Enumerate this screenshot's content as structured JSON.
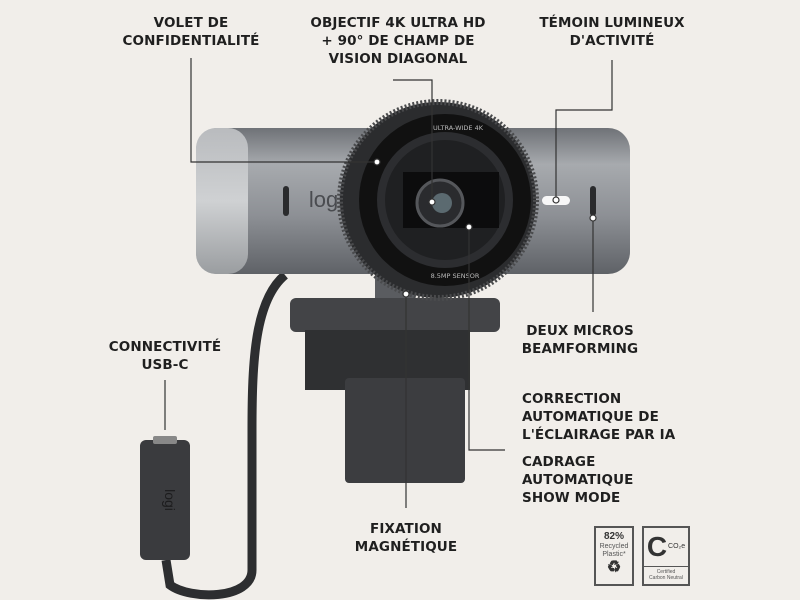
{
  "labels": {
    "privacy_shutter": "VOLET DE\nCONFIDENTIALITÉ",
    "lens": "OBJECTIF 4K ULTRA HD\n+ 90° DE CHAMP DE\nVISION DIAGONAL",
    "activity_light": "TÉMOIN LUMINEUX\nD'ACTIVITÉ",
    "microphones": "DEUX MICROS\nBEAMFORMING",
    "usb": "CONNECTIVITÉ\nUSB-C",
    "lighting": "CORRECTION\nAUTOMATIQUE DE\nL'ÉCLAIRAGE PAR IA",
    "framing": "CADRAGE\nAUTOMATIQUE\nSHOW MODE",
    "mount": "FIXATION\nMAGNÉTIQUE"
  },
  "product": {
    "brand_logo": "logi",
    "lens_top_text": "ULTRA-WIDE 4K",
    "lens_bottom_text": "8.5MP SENSOR",
    "connector_logo": "logi"
  },
  "badges": {
    "recycled": {
      "percent": "82%",
      "text": "Recycled\nPlastic*",
      "icon": "recycle-icon"
    },
    "carbon": {
      "symbol": "C",
      "sub": "CO₂e",
      "text": "Certified\nCarbon Neutral"
    }
  },
  "colors": {
    "background": "#f1eeea",
    "body": "#8e9196",
    "lens": "#1a1a1b",
    "mount": "#3a3b3d"
  }
}
